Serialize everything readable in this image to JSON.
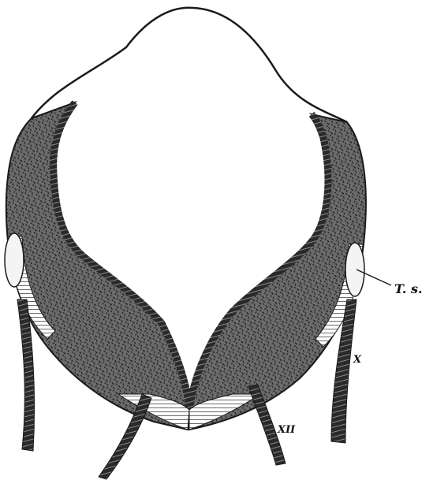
{
  "figure": {
    "labels": {
      "ts": "T. s.",
      "x": "X",
      "xii": "XII"
    },
    "colors": {
      "ink": "#1a1a1a",
      "tissue": "#5a5a5a",
      "paper": "#ffffff"
    }
  }
}
